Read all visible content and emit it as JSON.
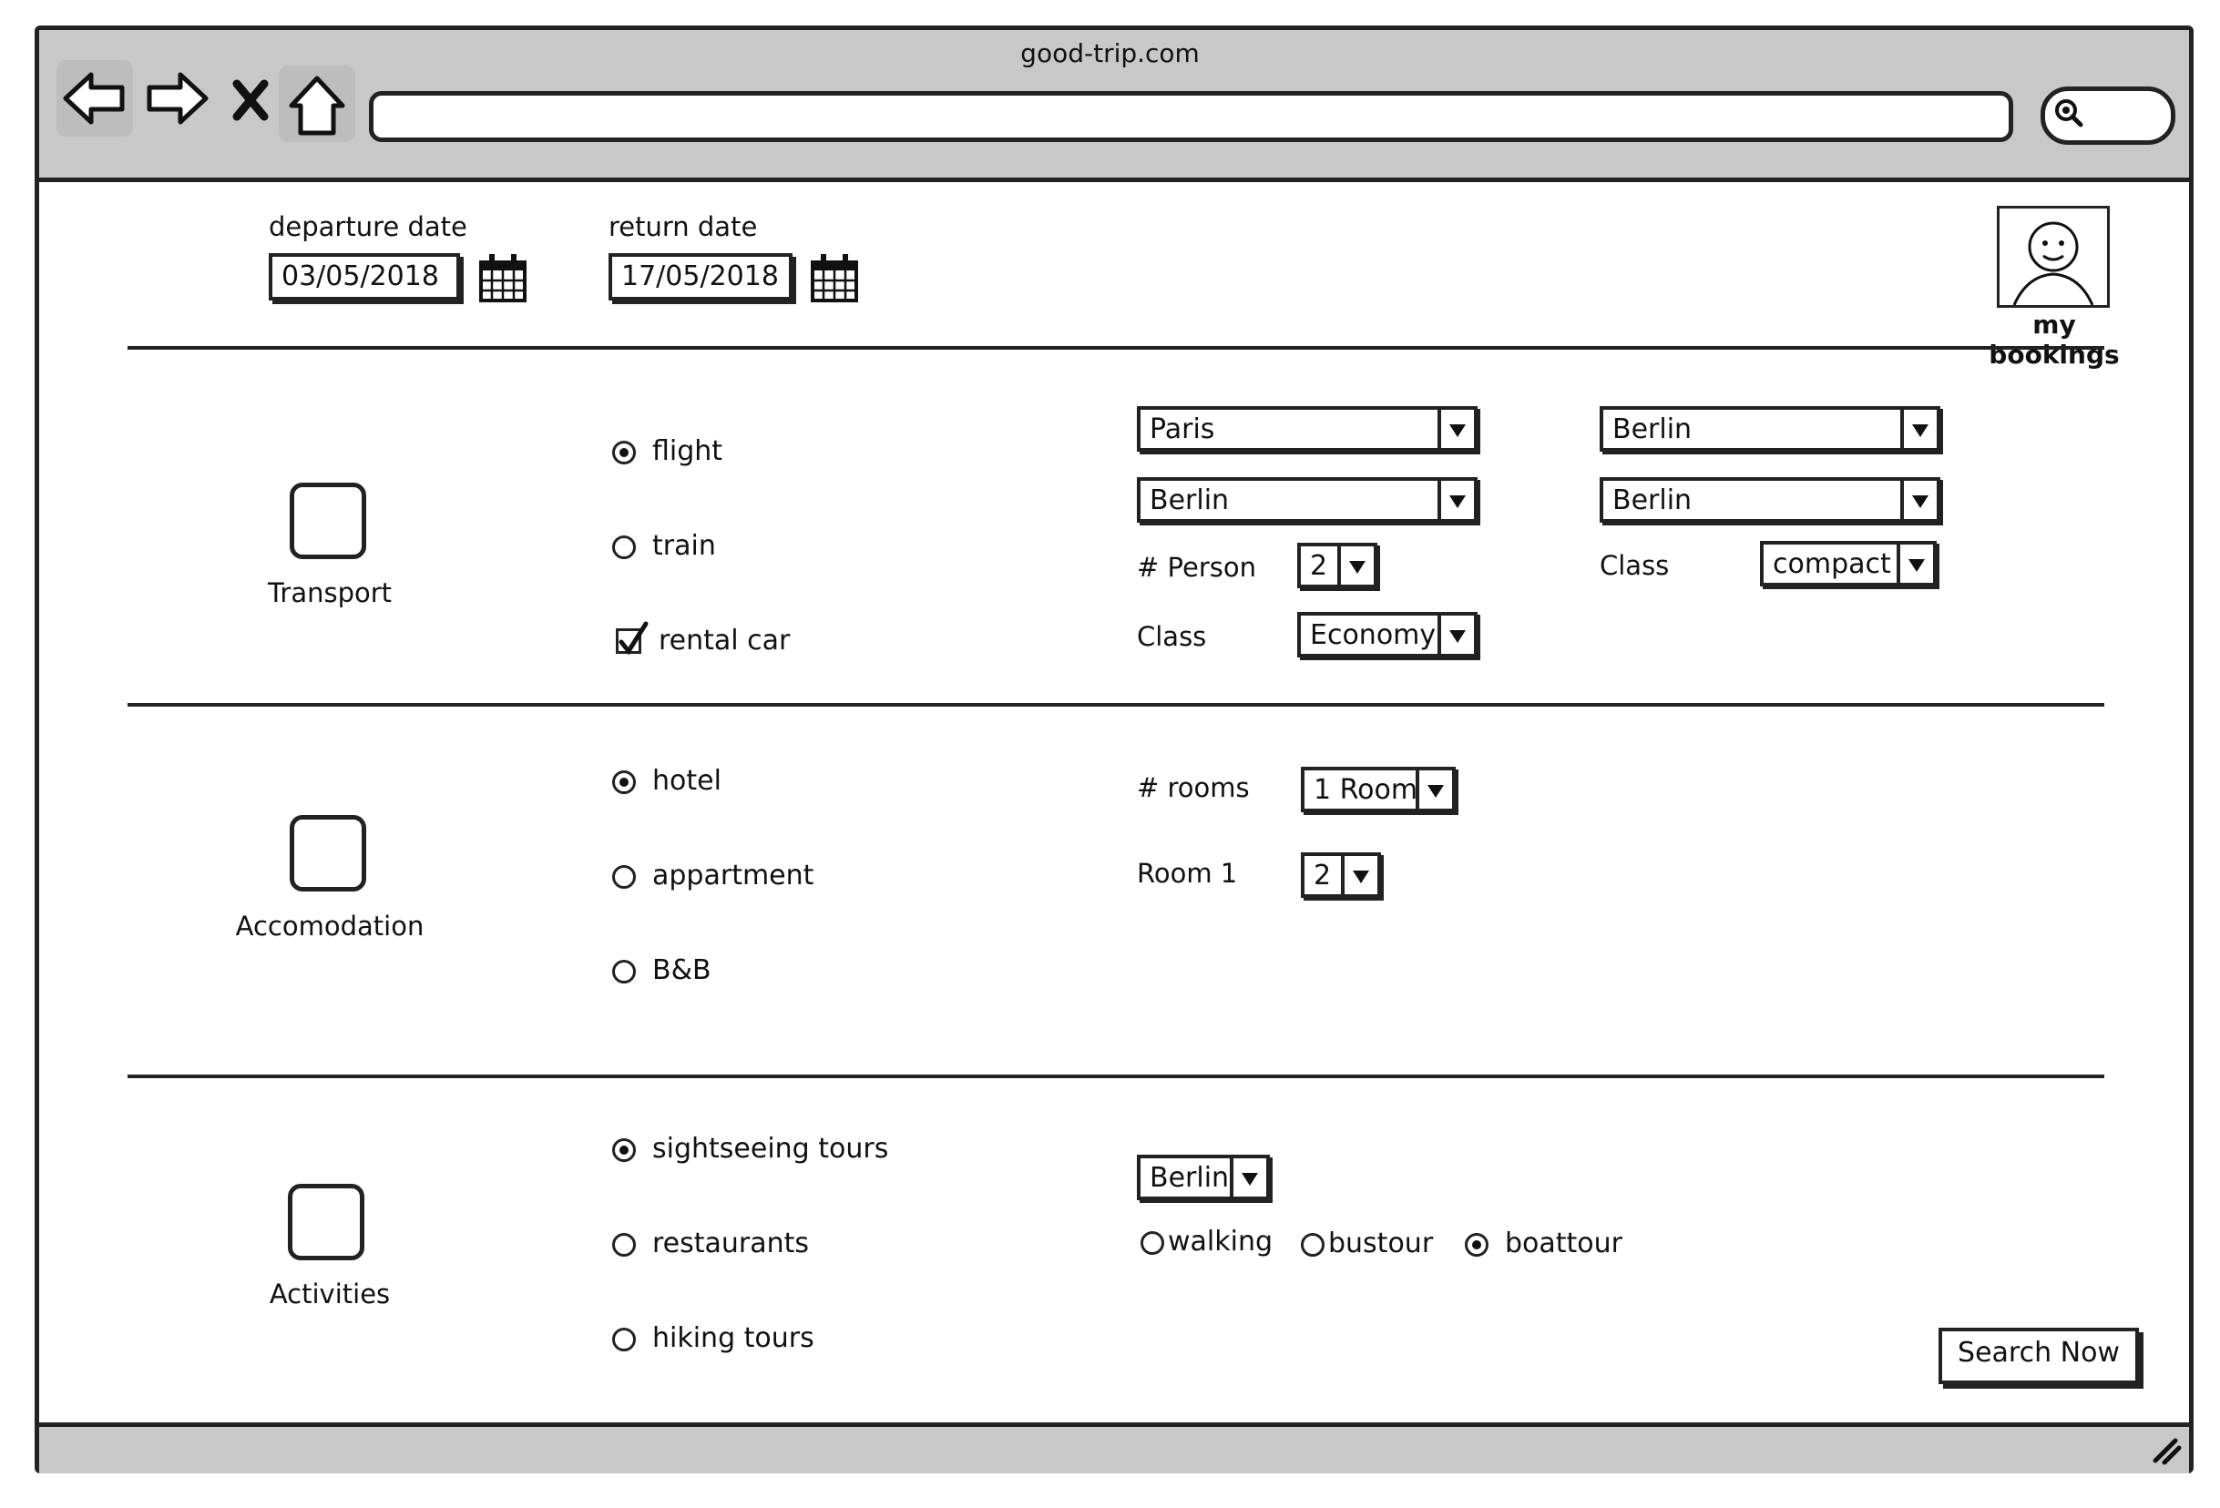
{
  "browser": {
    "title": "good-trip.com",
    "url_value": ""
  },
  "dates": {
    "departure_label": "departure date",
    "departure_value": "03/05/2018",
    "return_label": "return date",
    "return_value": "17/05/2018"
  },
  "account": {
    "my_bookings_label": "my bookings"
  },
  "transport": {
    "section_label": "Transport",
    "options": [
      {
        "label": "flight",
        "selected": true
      },
      {
        "label": "train",
        "selected": false
      },
      {
        "label": "rental car",
        "checked": true
      }
    ],
    "flight": {
      "from_outbound": "Paris",
      "to_outbound": "Berlin",
      "person_label": "# Person",
      "person_value": "2",
      "class_label": "Class",
      "class_value": "Economy"
    },
    "rental": {
      "pickup": "Berlin",
      "dropoff": "Berlin",
      "class_label": "Class",
      "class_value": "compact"
    }
  },
  "accommodation": {
    "section_label": "Accomodation",
    "options": [
      {
        "label": "hotel",
        "selected": true
      },
      {
        "label": "appartment",
        "selected": false
      },
      {
        "label": "B&B",
        "selected": false
      }
    ],
    "rooms_label": "# rooms",
    "rooms_value": "1 Room",
    "room1_label": "Room 1",
    "room1_value": "2"
  },
  "activities": {
    "section_label": "Activities",
    "options": [
      {
        "label": "sightseeing tours",
        "selected": true
      },
      {
        "label": "restaurants",
        "selected": false
      },
      {
        "label": "hiking tours",
        "selected": false
      }
    ],
    "city_value": "Berlin",
    "tour_types": [
      {
        "label": "walking",
        "selected": false
      },
      {
        "label": "bustour",
        "selected": false
      },
      {
        "label": "boattour",
        "selected": true
      }
    ]
  },
  "actions": {
    "search_label": "Search Now"
  }
}
